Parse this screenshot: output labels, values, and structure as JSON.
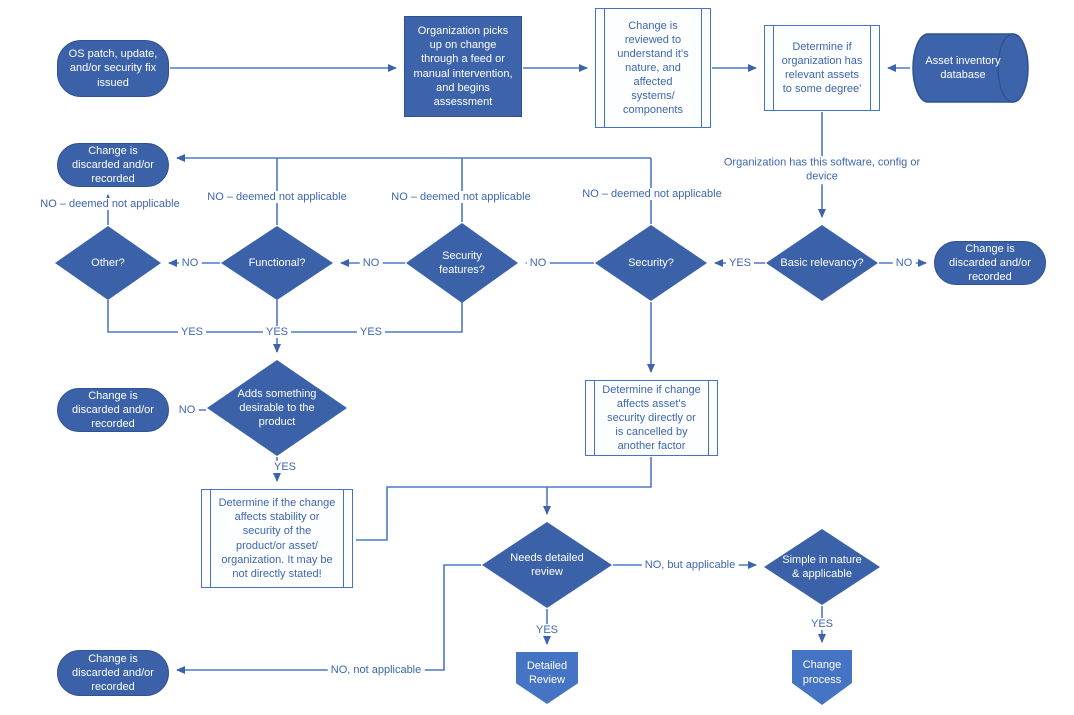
{
  "diagram": {
    "colors": {
      "shape_fill": "#3b62a9",
      "shape_fill_light": "#4674c5",
      "shape_border": "#2f5191",
      "outline_box_border": "#4472c4",
      "connector": "#4f78c6",
      "label_text": "#3e66b0",
      "shape_text": "#ffffff",
      "background": "#ffffff"
    },
    "nodes": {
      "start": {
        "type": "terminator",
        "label": "OS patch, update, and/or security fix issued"
      },
      "pickup": {
        "type": "process",
        "label": "Organization picks up on change through a feed or manual intervention, and begins assessment"
      },
      "review": {
        "type": "predefined",
        "label": "Change is reviewed to understand it's nature, and affected systems/ components"
      },
      "determine_assets": {
        "type": "predefined",
        "label": "Determine if organization has relevant assets to some degree'"
      },
      "asset_db": {
        "type": "database",
        "label": "Asset inventory database"
      },
      "discard_top": {
        "type": "terminator",
        "label": "Change is discarded and/or recorded"
      },
      "other": {
        "type": "decision",
        "label": "Other?"
      },
      "functional": {
        "type": "decision",
        "label": "Functional?"
      },
      "security_features": {
        "type": "decision",
        "label": "Security features?"
      },
      "security": {
        "type": "decision",
        "label": "Security?"
      },
      "basic_relevancy": {
        "type": "decision",
        "label": "Basic relevancy?"
      },
      "discard_right": {
        "type": "terminator",
        "label": "Change is discarded and/or recorded"
      },
      "adds_desirable": {
        "type": "decision",
        "label": "Adds something desirable to the product"
      },
      "discard_mid": {
        "type": "terminator",
        "label": "Change is discarded and/or recorded"
      },
      "determine_affects": {
        "type": "predefined",
        "label": "Determine if change affects asset's security directly or is cancelled by another factor"
      },
      "determine_stability": {
        "type": "predefined",
        "label": "Determine if the change affects stability or security of the product/or asset/ organization.  It may be not directly stated!"
      },
      "needs_review": {
        "type": "decision",
        "label": "Needs detailed review"
      },
      "simple_nature": {
        "type": "decision",
        "label": "Simple in nature & applicable"
      },
      "detailed_review": {
        "type": "offpage",
        "label": "Detailed Review"
      },
      "change_process": {
        "type": "offpage",
        "label": "Change process"
      },
      "discard_bottom": {
        "type": "terminator",
        "label": "Change is discarded and/or recorded"
      }
    },
    "edge_labels": {
      "no": "NO",
      "yes": "YES",
      "no_deemed": "NO – deemed not applicable",
      "org_has_software": "Organization has this software, config or device",
      "no_but_applicable": "NO, but applicable",
      "no_not_applicable": "NO, not applicable"
    }
  }
}
